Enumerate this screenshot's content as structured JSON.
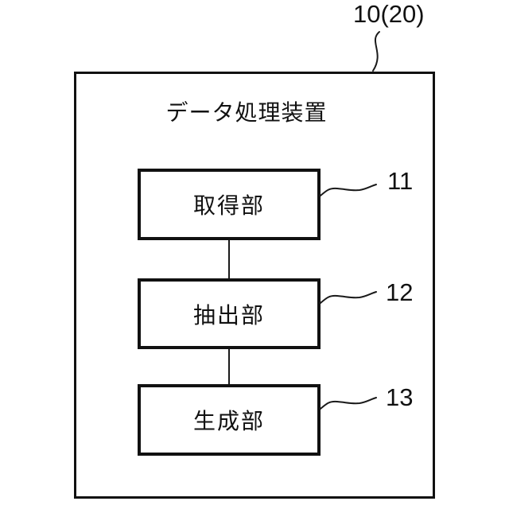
{
  "figure": {
    "device_ref_label": "10(20)",
    "device_title": "データ処理装置",
    "units": [
      {
        "label": "取得部",
        "ref": "11"
      },
      {
        "label": "抽出部",
        "ref": "12"
      },
      {
        "label": "生成部",
        "ref": "13"
      }
    ],
    "connections": [
      {
        "from": "取得部",
        "to": "抽出部"
      },
      {
        "from": "抽出部",
        "to": "生成部"
      }
    ]
  },
  "colors": {
    "background": "#ffffff",
    "line": "#1a1a1a",
    "text": "#111111"
  }
}
